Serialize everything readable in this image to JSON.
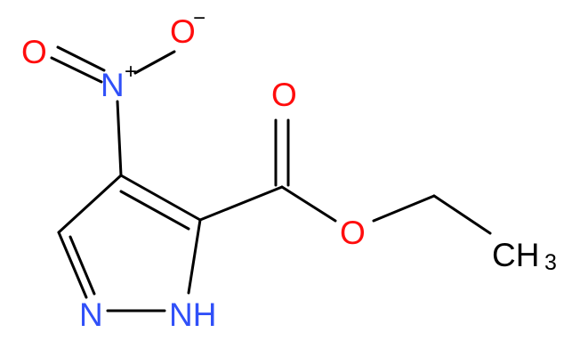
{
  "molecule": {
    "atoms": {
      "nitro_o_left": {
        "symbol": "O",
        "color": "#ff0d0d"
      },
      "nitro_o_right": {
        "symbol": "O",
        "color": "#ff0d0d",
        "charge": "−"
      },
      "nitro_n": {
        "symbol": "N",
        "color": "#3050f8",
        "charge": "+"
      },
      "carbonyl_o": {
        "symbol": "O",
        "color": "#ff0d0d"
      },
      "ester_o": {
        "symbol": "O",
        "color": "#ff0d0d"
      },
      "methyl": {
        "symbol": "CH",
        "subscript": "3",
        "color": "#000000"
      },
      "ring_n": {
        "symbol": "N",
        "color": "#3050f8"
      },
      "ring_nh": {
        "symbol": "NH",
        "color": "#3050f8"
      }
    },
    "bond_color": "#000000"
  }
}
